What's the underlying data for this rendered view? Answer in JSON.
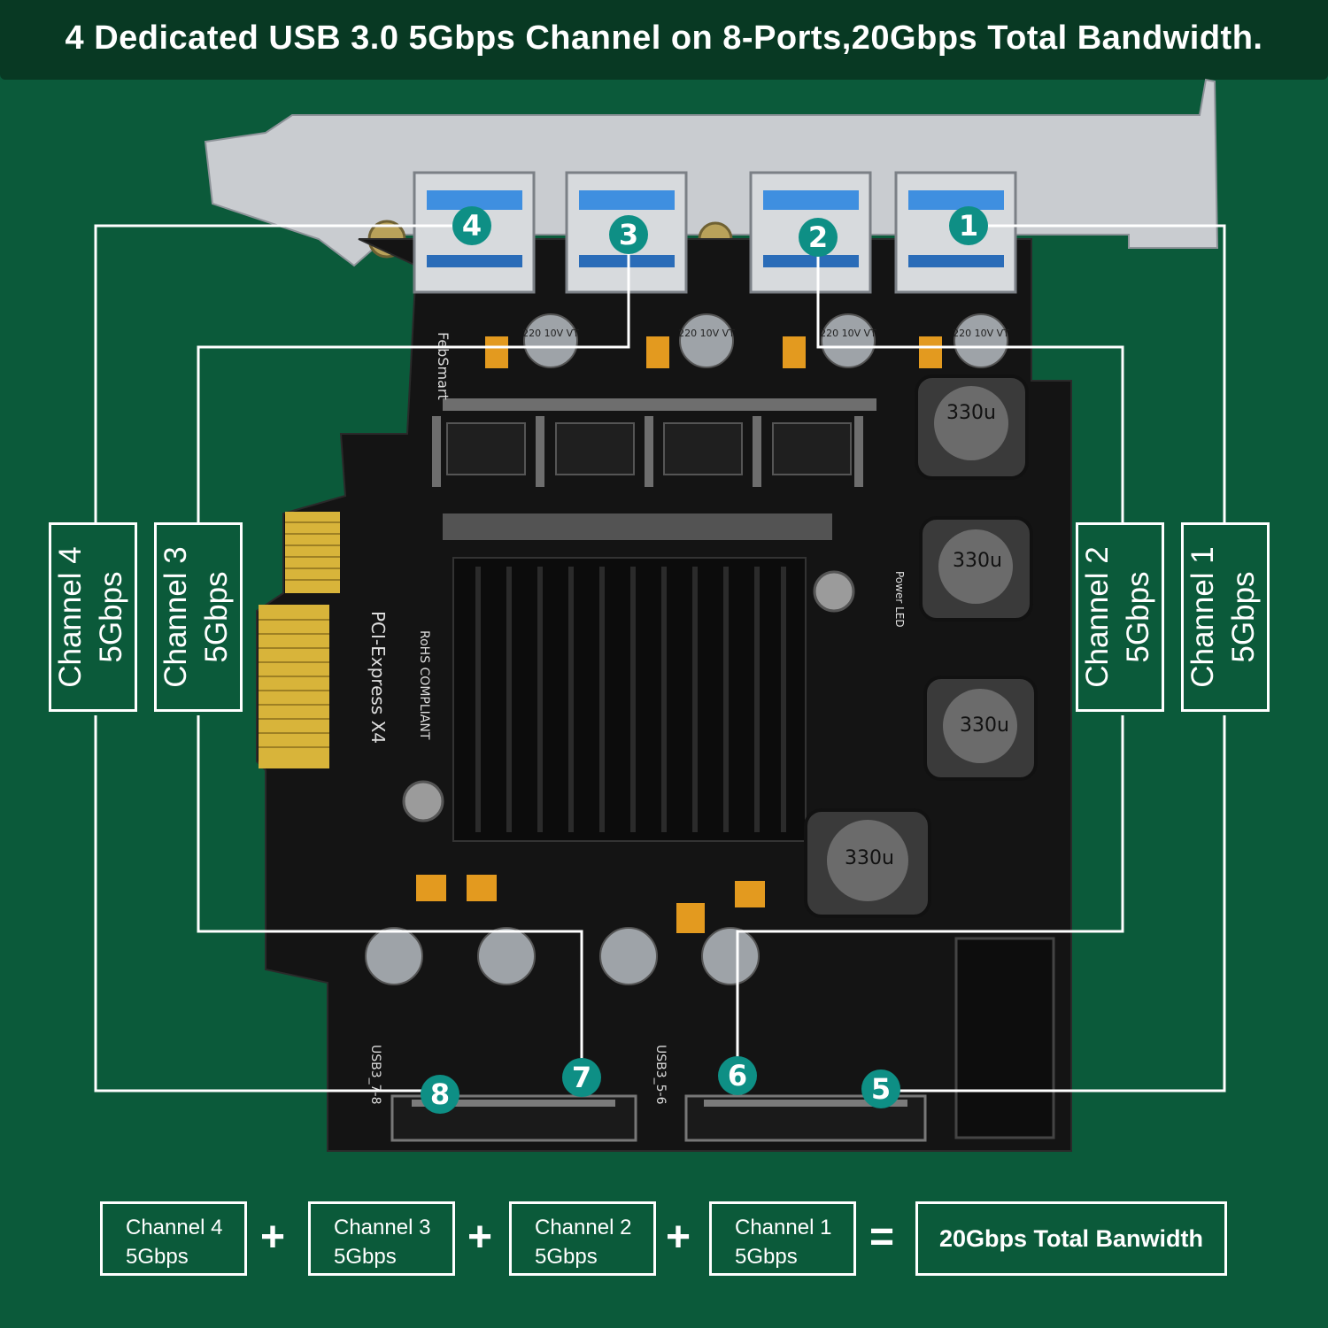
{
  "title": "4 Dedicated USB 3.0 5Gbps Channel on 8-Ports,20Gbps Total Bandwidth.",
  "colors": {
    "background": "#0b5a3a",
    "title_bar": "#083923",
    "badge": "#0e8f85",
    "pcb": "#141414",
    "bracket": "#c9ccd0",
    "gold": "#d8b43a"
  },
  "port_badges": [
    "1",
    "2",
    "3",
    "4",
    "5",
    "6",
    "7",
    "8"
  ],
  "channel_labels": [
    {
      "name": "Channel 4",
      "speed": "5Gbps"
    },
    {
      "name": "Channel 3",
      "speed": "5Gbps"
    },
    {
      "name": "Channel 2",
      "speed": "5Gbps"
    },
    {
      "name": "Channel 1",
      "speed": "5Gbps"
    }
  ],
  "board_text": {
    "brand": "FebSmart",
    "interface": "PCI-Express X4",
    "rohs": "RoHS COMPLIANT",
    "header_left": "USB3_7-8",
    "header_right": "USB3_5-6",
    "inductor": "330u",
    "capacitor": "220 10V VT",
    "power_led": "Power LED"
  },
  "summary": {
    "boxes": [
      {
        "name": "Channel 4",
        "speed": "5Gbps"
      },
      {
        "name": "Channel 3",
        "speed": "5Gbps"
      },
      {
        "name": "Channel 2",
        "speed": "5Gbps"
      },
      {
        "name": "Channel 1",
        "speed": "5Gbps"
      }
    ],
    "plus": "+",
    "equals": "=",
    "total": "20Gbps Total Banwidth"
  }
}
